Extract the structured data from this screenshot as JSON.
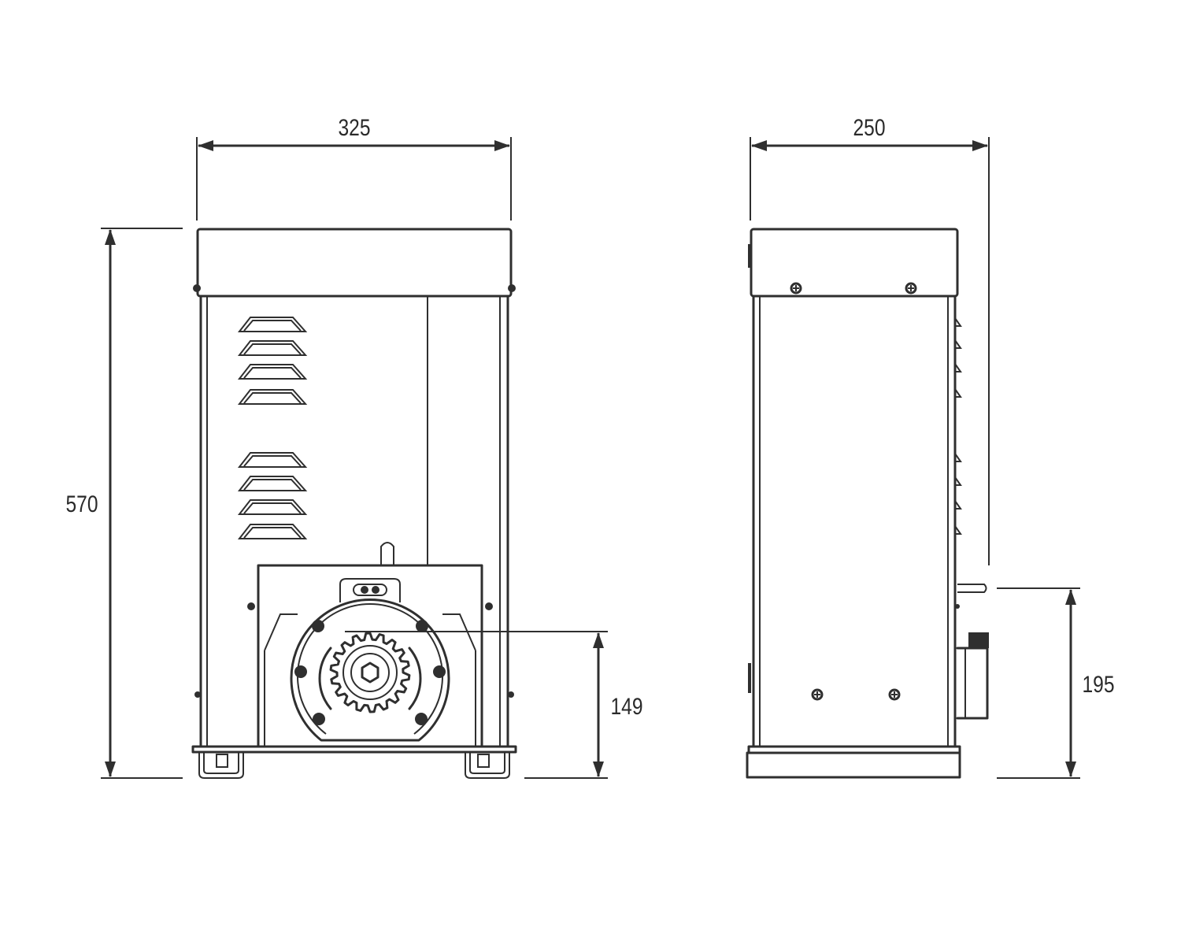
{
  "dimensions": {
    "front_width": "325",
    "front_height": "570",
    "pinion_height": "149",
    "side_depth": "250",
    "side_height": "195"
  },
  "colors": {
    "ink": "#2f2f2f",
    "background": "#ffffff"
  }
}
